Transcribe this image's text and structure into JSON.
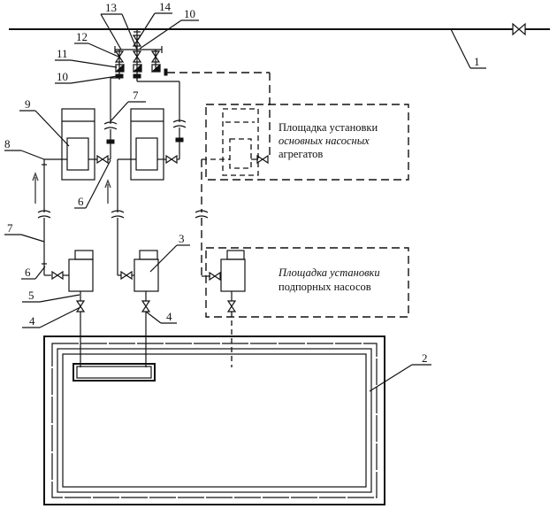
{
  "diagram": {
    "type": "pump-station-piping-schematic",
    "callouts": {
      "c1": "1",
      "c2": "2",
      "c3": "3",
      "c4a": "4",
      "c4b": "4",
      "c5": "5",
      "c6a": "6",
      "c6b": "6",
      "c7": "7",
      "c8": "8",
      "c9": "9",
      "c10a": "10",
      "c10b": "10",
      "c11": "11",
      "c12": "12",
      "c13": "13",
      "c14": "14",
      "c_pipe": "7"
    },
    "areas": {
      "main_pumps": {
        "line1": "Площадка установки",
        "line2": "основных насосных",
        "line3": "агрегатов"
      },
      "booster_pumps": {
        "line1": "Площадка установки",
        "line2": "подпорных насосов"
      }
    },
    "components": [
      {
        "id": "main-pipeline",
        "callout": "1"
      },
      {
        "id": "tank",
        "callout": "2"
      },
      {
        "id": "booster-pump",
        "callout": "3"
      },
      {
        "id": "gate-valve",
        "callout": "4"
      },
      {
        "id": "suction-pipe",
        "callout": "5"
      },
      {
        "id": "discharge-valve",
        "callout": "6"
      },
      {
        "id": "compensator",
        "callout": "7"
      },
      {
        "id": "main-pump-unit",
        "callout": "9"
      },
      {
        "id": "flange",
        "callout": "10"
      },
      {
        "id": "check-valve",
        "callout": "11"
      },
      {
        "id": "shutoff-valve",
        "callout": "12"
      },
      {
        "id": "manifold",
        "callout": "13"
      },
      {
        "id": "isolation-valve",
        "callout": "14"
      }
    ]
  }
}
